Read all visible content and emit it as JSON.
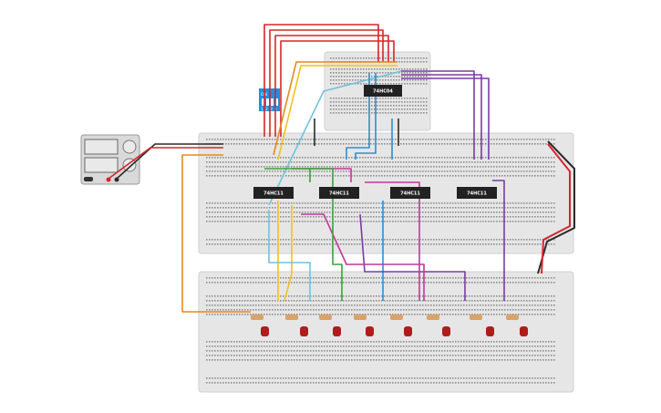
{
  "colors": {
    "red": "#d8242b",
    "black": "#2b2b2b",
    "orange": "#e58a1d",
    "yellow": "#f2c21b",
    "green": "#3aa43a",
    "magenta": "#c2379a",
    "purple": "#7a3ba6",
    "blue": "#2d8fd0",
    "lightblue": "#6fc3de",
    "breadboard": "#e6e6e6",
    "chip": "#222222",
    "led": "#b01c1c",
    "dip_switch": "#1f8fe0"
  },
  "chips": {
    "top": "74HC04",
    "main_1": "74HC11",
    "main_2": "74HC11",
    "main_3": "74HC11",
    "main_4": "74HC11"
  },
  "dip_switch": {
    "label_on": "ON",
    "positions": [
      "1",
      "2",
      "3",
      "4"
    ]
  },
  "power_supply": {
    "icon": "power-supply-icon"
  },
  "led_count": 8,
  "resistor_count": 8
}
